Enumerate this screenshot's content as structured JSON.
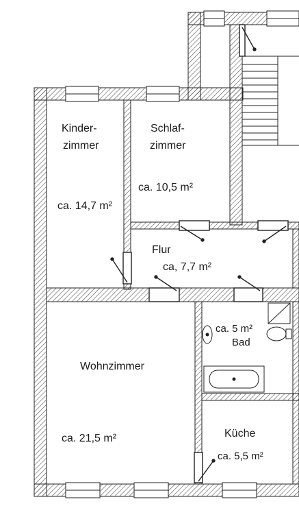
{
  "rooms": {
    "kinderzimmer": {
      "name_line1": "Kinder-",
      "name_line2": "zimmer",
      "area": "ca. 14,7 m²"
    },
    "schlafzimmer": {
      "name_line1": "Schlaf-",
      "name_line2": "zimmer",
      "area": "ca. 10,5 m²"
    },
    "flur": {
      "name": "Flur",
      "area": "ca, 7,7 m²"
    },
    "bad": {
      "name": "Bad",
      "area": "ca. 5 m²"
    },
    "wohnzimmer": {
      "name": "Wohnzimmer",
      "area": "ca. 21,5 m²"
    },
    "kueche": {
      "name": "Küche",
      "area": "ca. 5,5 m²"
    }
  },
  "colors": {
    "wall_hatch": "#555555",
    "line": "#222222",
    "background": "#ffffff"
  }
}
